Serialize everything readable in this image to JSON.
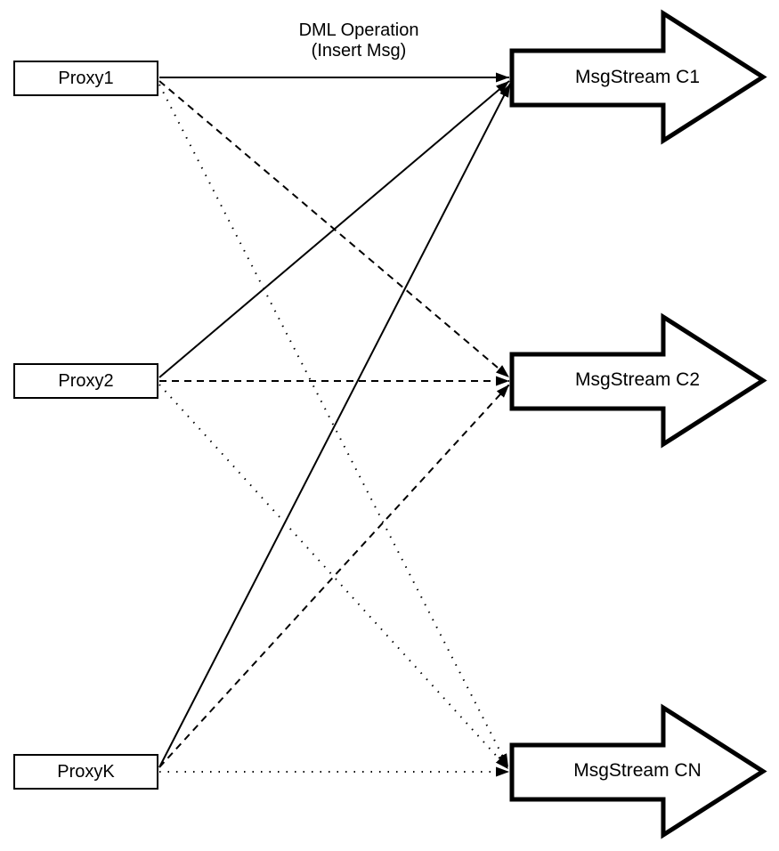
{
  "title": {
    "line1": "DML Operation",
    "line2": "(Insert Msg)"
  },
  "nodes": {
    "proxies": [
      {
        "id": "proxy1",
        "label": "Proxy1"
      },
      {
        "id": "proxy2",
        "label": "Proxy2"
      },
      {
        "id": "proxyk",
        "label": "ProxyK"
      }
    ],
    "streams": [
      {
        "id": "c1",
        "label": "MsgStream C1",
        "shape": "block-arrow-right"
      },
      {
        "id": "c2",
        "label": "MsgStream C2",
        "shape": "block-arrow-right"
      },
      {
        "id": "cn",
        "label": "MsgStream CN",
        "shape": "block-arrow-right"
      }
    ]
  },
  "edges": [
    {
      "from": "Proxy1",
      "to": "MsgStream C1",
      "style": "solid",
      "arrowhead": "filled-triangle"
    },
    {
      "from": "Proxy1",
      "to": "MsgStream C2",
      "style": "dashed",
      "arrowhead": "filled-triangle"
    },
    {
      "from": "Proxy1",
      "to": "MsgStream CN",
      "style": "dotted",
      "arrowhead": "filled-triangle"
    },
    {
      "from": "Proxy2",
      "to": "MsgStream C1",
      "style": "solid",
      "arrowhead": "filled-triangle"
    },
    {
      "from": "Proxy2",
      "to": "MsgStream C2",
      "style": "dashed",
      "arrowhead": "filled-triangle"
    },
    {
      "from": "Proxy2",
      "to": "MsgStream CN",
      "style": "dotted",
      "arrowhead": "filled-triangle"
    },
    {
      "from": "ProxyK",
      "to": "MsgStream C1",
      "style": "solid",
      "arrowhead": "filled-triangle"
    },
    {
      "from": "ProxyK",
      "to": "MsgStream C2",
      "style": "dashed",
      "arrowhead": "filled-triangle"
    },
    {
      "from": "ProxyK",
      "to": "MsgStream CN",
      "style": "dotted",
      "arrowhead": "filled-triangle"
    }
  ],
  "colors": {
    "stroke": "#000000",
    "node_fill": "#ffffff",
    "background": "#ffffff"
  }
}
